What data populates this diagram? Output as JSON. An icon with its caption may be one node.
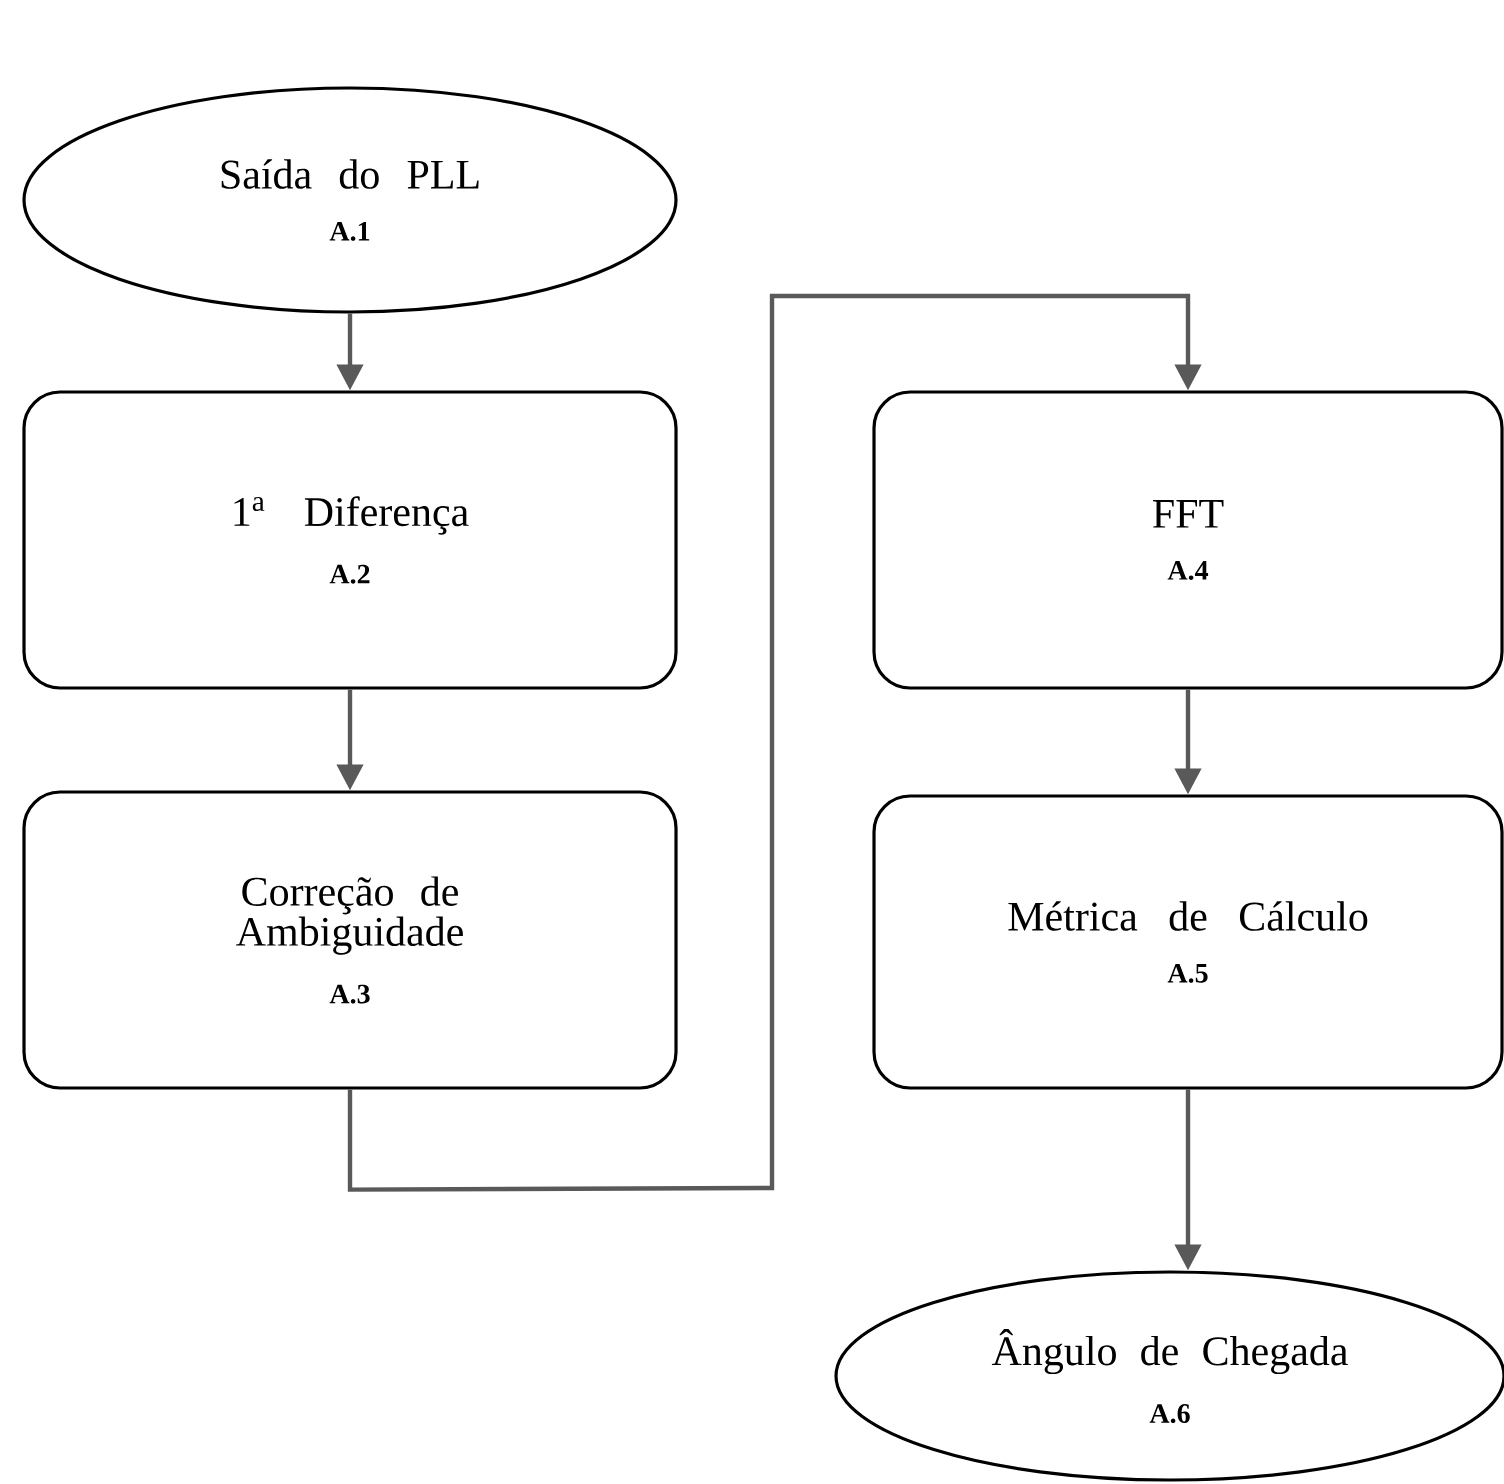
{
  "diagram": {
    "nodes": [
      {
        "text": [
          "Saída do PLL",
          "A.1"
        ]
      },
      {
        "text": [
          "1$^{a}$ Diferença",
          "A.2"
        ]
      },
      {
        "text": [
          "Correção de Ambiguidade",
          "A.3"
        ]
      },
      {
        "text": [
          "FFT",
          "A.4"
        ]
      },
      {
        "text": [
          "Métrica de Cálculo",
          "A.5"
        ]
      },
      {
        "text": [
          "Ângulo de Chegada",
          "A.6"
        ]
      }
    ],
    "edges": [
      {
        "from": 0,
        "to": 1,
        "arrow": "to"
      },
      {
        "from": 1,
        "to": 2,
        "arrow": "to"
      },
      {
        "from": 2,
        "to": 3,
        "arrow": "to"
      },
      {
        "from": 3,
        "to": 4,
        "arrow": "to"
      },
      {
        "from": 4,
        "to": 5,
        "arrow": "to"
      }
    ]
  }
}
